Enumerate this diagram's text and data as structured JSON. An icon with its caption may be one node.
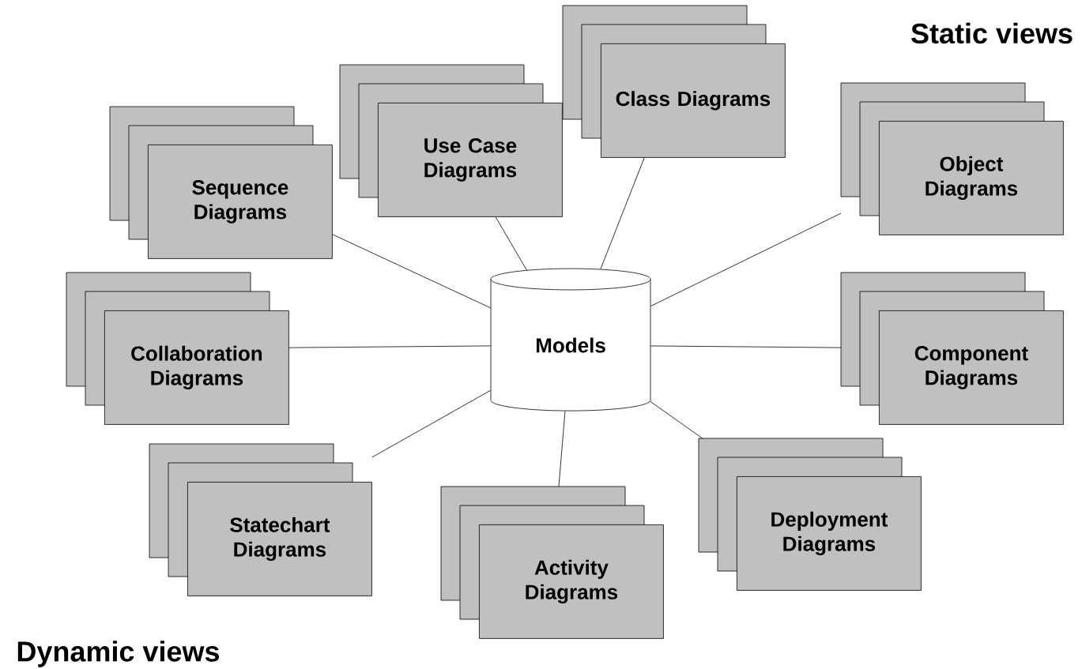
{
  "diagram": {
    "nodes": [
      {
        "text": [
          "Class Diagrams"
        ]
      },
      {
        "text": [
          "Use Case Diagrams"
        ]
      },
      {
        "text": [
          "Object Diagrams"
        ]
      },
      {
        "text": [
          "Sequence Diagrams"
        ]
      },
      {
        "text": [
          "Models"
        ]
      },
      {
        "text": [
          "Collaboration Diagrams"
        ]
      },
      {
        "text": [
          "Component Diagrams"
        ]
      },
      {
        "text": [
          "Statechart Diagrams"
        ]
      },
      {
        "text": [
          "Deployment Diagrams"
        ]
      },
      {
        "text": [
          "Activity Diagrams"
        ]
      }
    ],
    "edges": [
      {
        "from": 4,
        "to": 0,
        "arrow": "none"
      },
      {
        "from": 4,
        "to": 1,
        "arrow": "none"
      },
      {
        "from": 4,
        "to": 2,
        "arrow": "none"
      },
      {
        "from": 4,
        "to": 3,
        "arrow": "none"
      },
      {
        "from": 4,
        "to": 5,
        "arrow": "none"
      },
      {
        "from": 4,
        "to": 6,
        "arrow": "none"
      },
      {
        "from": 4,
        "to": 7,
        "arrow": "none"
      },
      {
        "from": 4,
        "to": 8,
        "arrow": "none"
      },
      {
        "from": 4,
        "to": 9,
        "arrow": "none"
      }
    ],
    "labels": [
      "Static views",
      "Dynamic views"
    ]
  }
}
